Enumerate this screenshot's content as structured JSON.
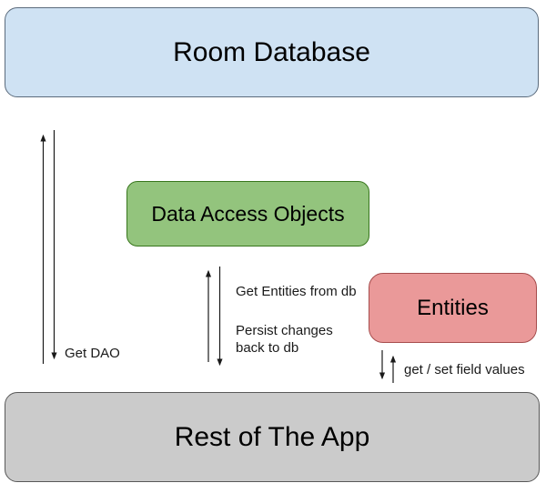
{
  "diagram": {
    "nodes": {
      "room_database": {
        "label": "Room Database",
        "fill": "#cfe2f3",
        "border": "#5b6b7c"
      },
      "data_access_objects": {
        "label": "Data Access Objects",
        "fill": "#93c47d",
        "border": "#38761d"
      },
      "entities": {
        "label": "Entities",
        "fill": "#ea9999",
        "border": "#a64d4d"
      },
      "rest_of_app": {
        "label": "Rest of The App",
        "fill": "#cbcbcb",
        "border": "#595959"
      }
    },
    "edge_labels": {
      "get_dao": "Get DAO",
      "get_entities": "Get Entities from db",
      "persist_changes": "Persist changes back to db",
      "get_set_fields": "get / set field values"
    },
    "arrow_color": "#1a1a1a"
  }
}
